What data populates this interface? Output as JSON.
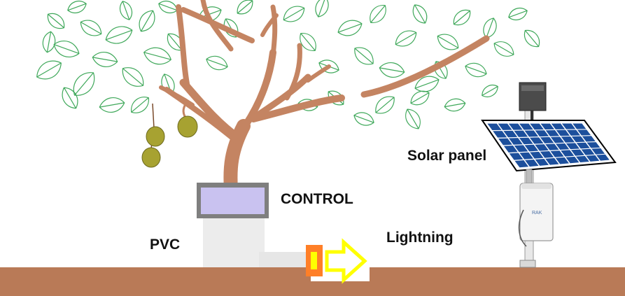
{
  "labels": {
    "solar_panel": "Solar panel",
    "control": "CONTROL",
    "pvc": "PVC",
    "lightning": "Lightning",
    "device_brand": "RAK"
  },
  "colors": {
    "ground": "#b97a57",
    "branch": "#c48462",
    "leaf_outline": "#3fa85a",
    "fruit": "#a7a231",
    "control_frame": "#7f7f7f",
    "control_screen": "#c9c2f0",
    "pvc_pipe": "#ececec",
    "lightning_box": "#ff7f27",
    "lightning_arrow": "#ffff00",
    "solar_cell": "#1c4f9c",
    "frame_border": "#000000"
  },
  "icons": {
    "lightning_arrow": "right-arrow-icon",
    "lightning_box": "lightning-box-icon"
  }
}
